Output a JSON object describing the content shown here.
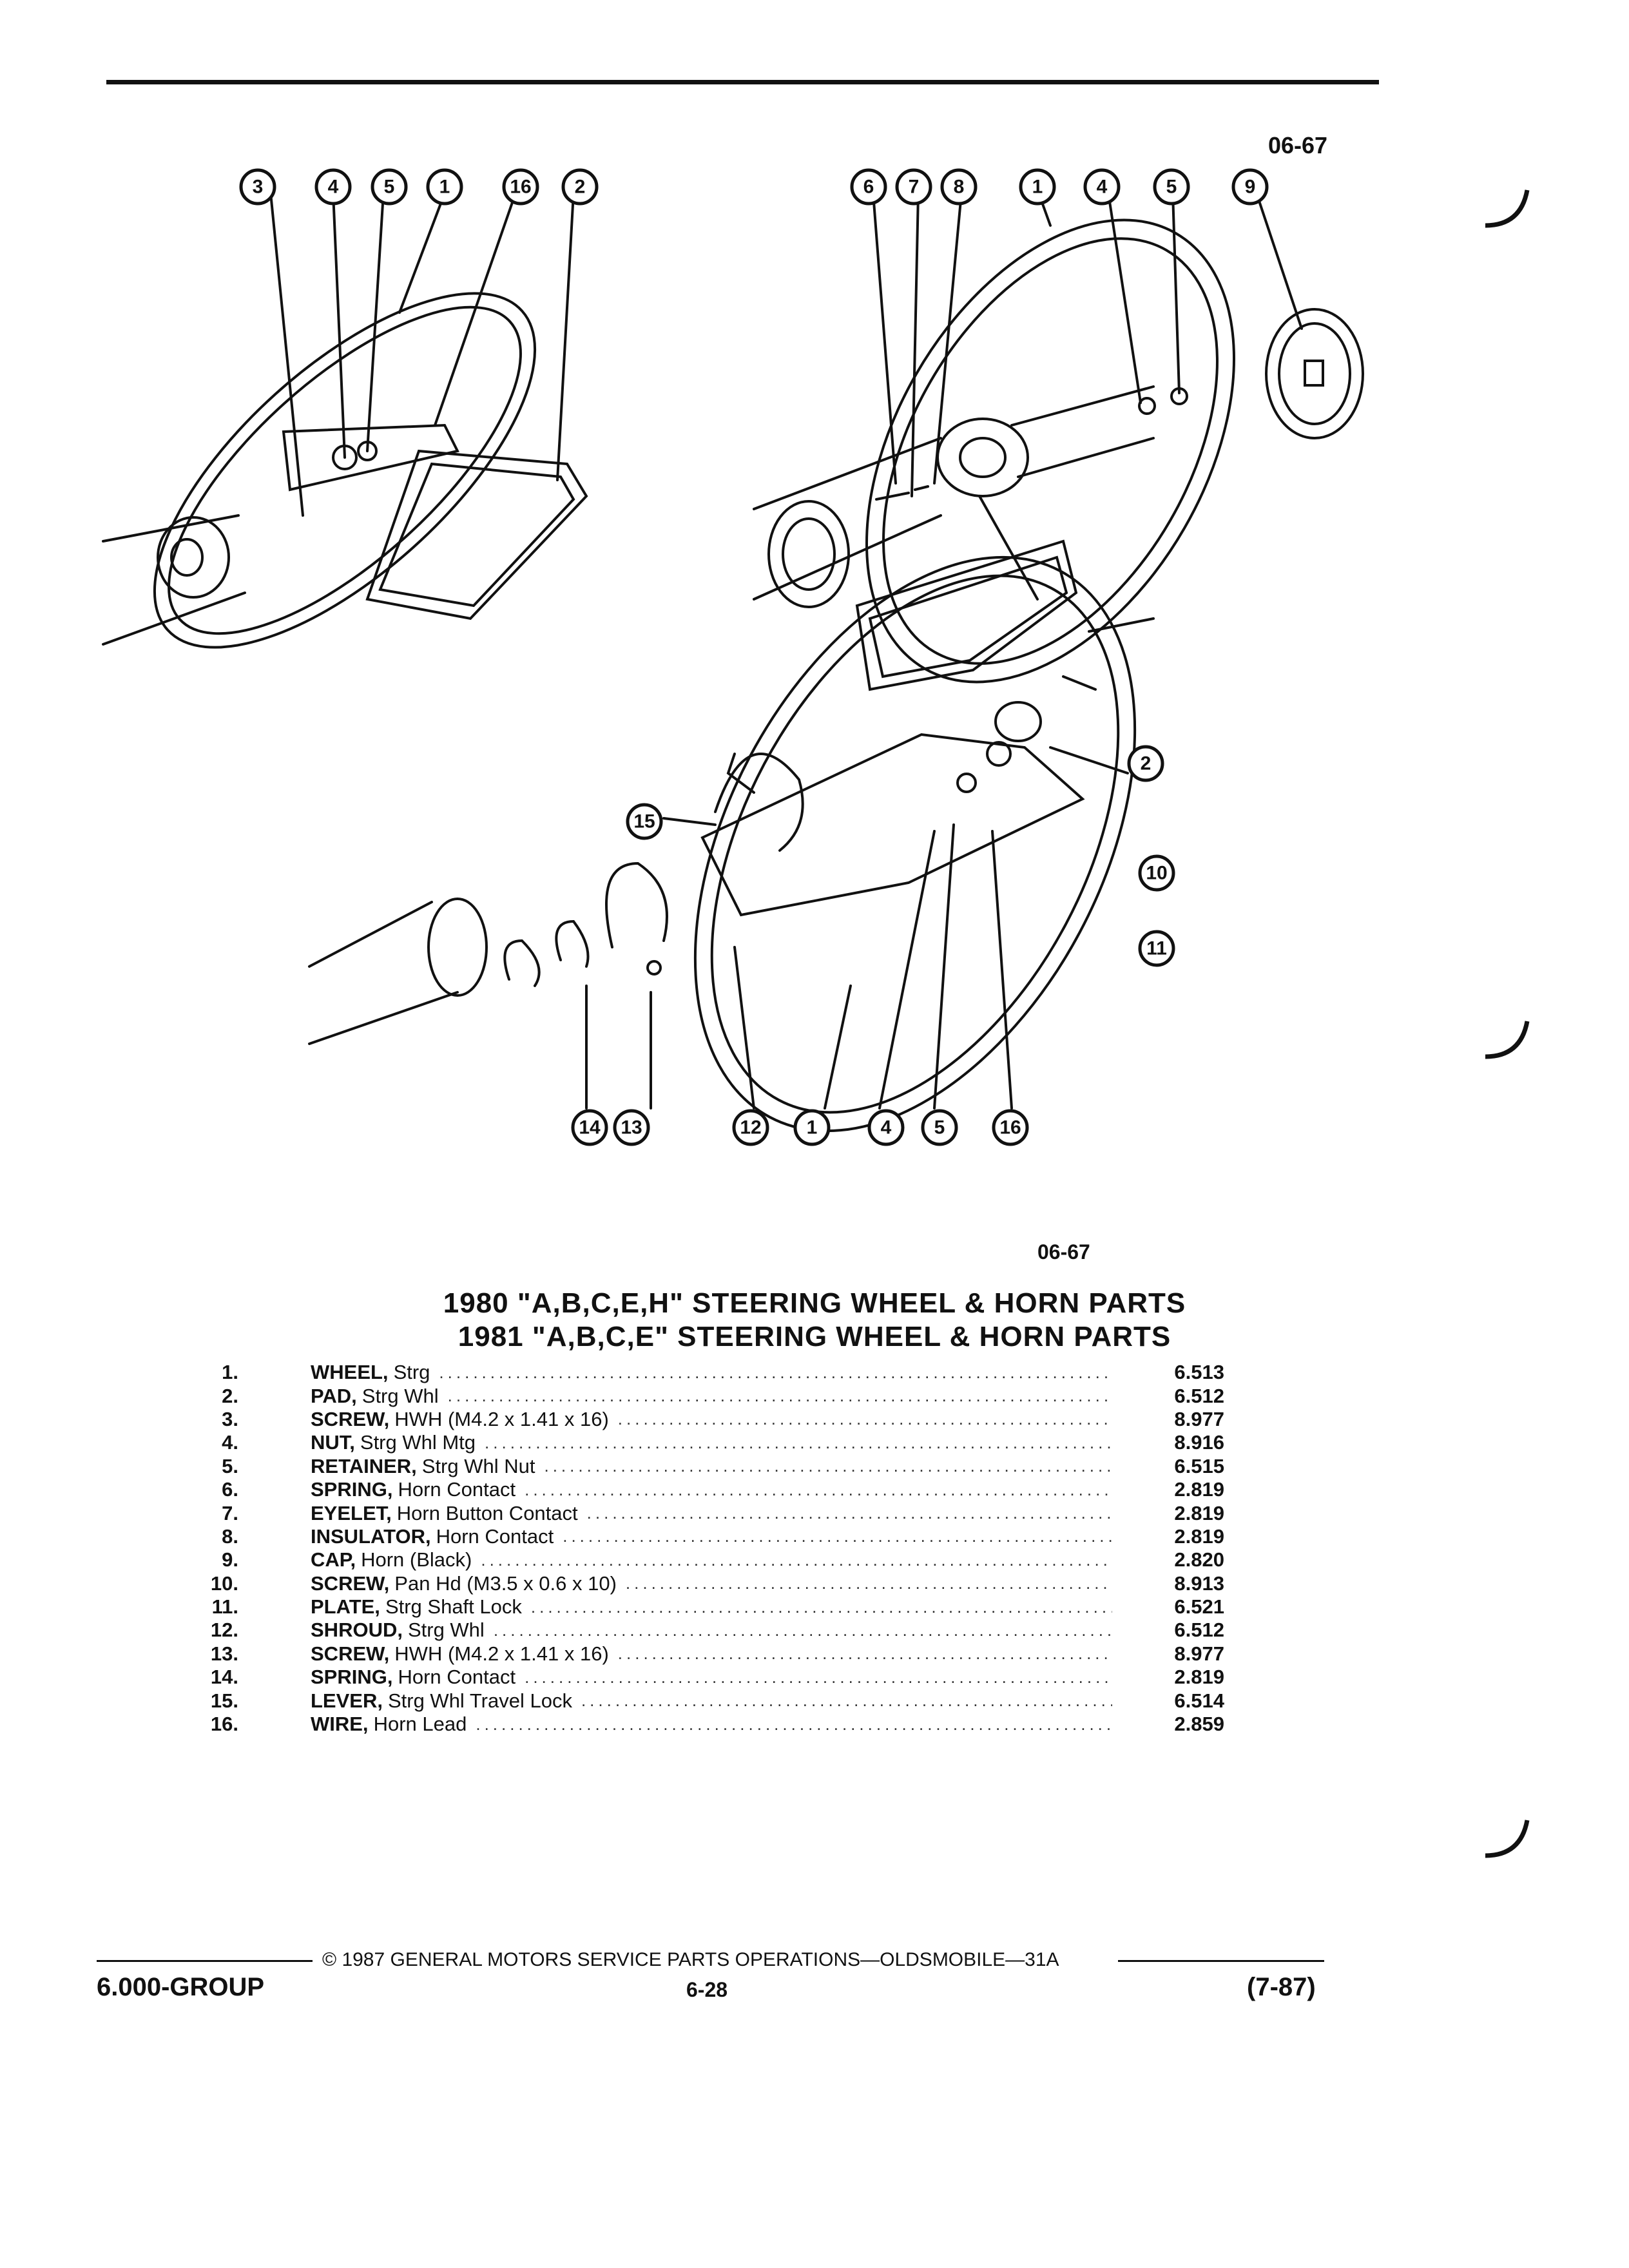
{
  "header": {
    "figure_code": "06-67"
  },
  "figure": {
    "callouts_top_left": [
      "3",
      "4",
      "5",
      "1",
      "16",
      "2"
    ],
    "callouts_top_right": [
      "6",
      "7",
      "8",
      "1",
      "4",
      "5",
      "9"
    ],
    "callouts_bottom": [
      "14",
      "13",
      "12",
      "1",
      "4",
      "5",
      "16"
    ],
    "callouts_right_side": [
      "2",
      "10",
      "11"
    ],
    "callout_left_side": "15",
    "caption_code": "06-67"
  },
  "titles": {
    "line1": "1980 \"A,B,C,E,H\" STEERING WHEEL & HORN PARTS",
    "line2": "1981 \"A,B,C,E\" STEERING WHEEL & HORN PARTS"
  },
  "parts": [
    {
      "num": "1.",
      "name": "WHEEL,",
      "desc": "Strg",
      "group": "6.513"
    },
    {
      "num": "2.",
      "name": "PAD,",
      "desc": "Strg Whl",
      "group": "6.512"
    },
    {
      "num": "3.",
      "name": "SCREW,",
      "desc": "HWH (M4.2 x 1.41 x 16)",
      "group": "8.977"
    },
    {
      "num": "4.",
      "name": "NUT,",
      "desc": "Strg Whl Mtg",
      "group": "8.916"
    },
    {
      "num": "5.",
      "name": "RETAINER,",
      "desc": "Strg Whl Nut",
      "group": "6.515"
    },
    {
      "num": "6.",
      "name": "SPRING,",
      "desc": "Horn Contact",
      "group": "2.819"
    },
    {
      "num": "7.",
      "name": "EYELET,",
      "desc": "Horn Button Contact",
      "group": "2.819"
    },
    {
      "num": "8.",
      "name": "INSULATOR,",
      "desc": "Horn Contact",
      "group": "2.819"
    },
    {
      "num": "9.",
      "name": "CAP,",
      "desc": "Horn (Black)",
      "group": "2.820"
    },
    {
      "num": "10.",
      "name": "SCREW,",
      "desc": "Pan Hd (M3.5 x 0.6 x 10)",
      "group": "8.913"
    },
    {
      "num": "11.",
      "name": "PLATE,",
      "desc": "Strg Shaft Lock",
      "group": "6.521"
    },
    {
      "num": "12.",
      "name": "SHROUD,",
      "desc": "Strg Whl",
      "group": "6.512"
    },
    {
      "num": "13.",
      "name": "SCREW,",
      "desc": "HWH (M4.2 x 1.41 x 16)",
      "group": "8.977"
    },
    {
      "num": "14.",
      "name": "SPRING,",
      "desc": "Horn Contact",
      "group": "2.819"
    },
    {
      "num": "15.",
      "name": "LEVER,",
      "desc": "Strg Whl Travel Lock",
      "group": "6.514"
    },
    {
      "num": "16.",
      "name": "WIRE,",
      "desc": "Horn Lead",
      "group": "2.859"
    }
  ],
  "footer": {
    "copyright": "© 1987 GENERAL MOTORS SERVICE PARTS OPERATIONS—OLDSMOBILE—31A",
    "group": "6.000-GROUP",
    "page": "6-28",
    "date": "(7-87)"
  }
}
